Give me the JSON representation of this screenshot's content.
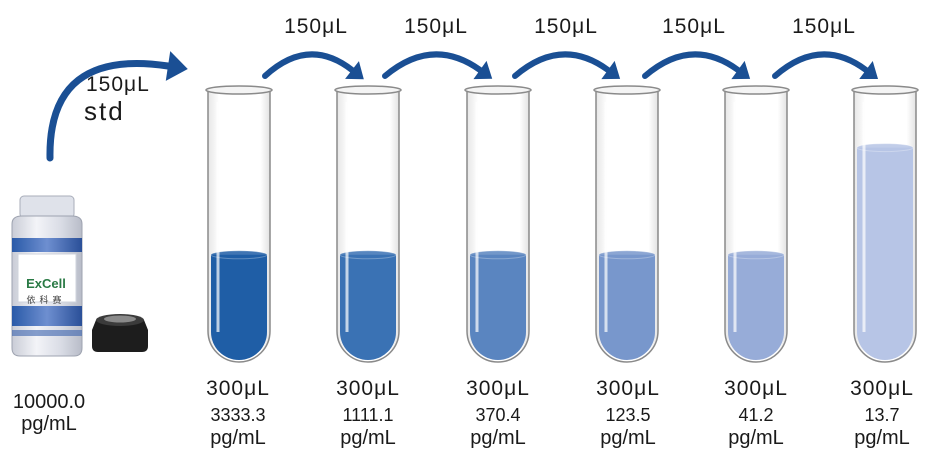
{
  "stock": {
    "brand": "ExCell",
    "brand_cn": "依科赛",
    "concentration": "10000.0",
    "unit": "pg/mL",
    "transfer_volume": "150μL",
    "transfer_label": "std"
  },
  "transfers": [
    "150μL",
    "150μL",
    "150μL",
    "150μL",
    "150μL"
  ],
  "tubes": [
    {
      "volume": "300μL",
      "concentration": "3333.3",
      "unit": "pg/mL",
      "fill_color": "#1f5ea6",
      "fill_level": 0.4
    },
    {
      "volume": "300μL",
      "concentration": "1111.1",
      "unit": "pg/mL",
      "fill_color": "#3a72b4",
      "fill_level": 0.4
    },
    {
      "volume": "300μL",
      "concentration": "370.4",
      "unit": "pg/mL",
      "fill_color": "#5a85c0",
      "fill_level": 0.4
    },
    {
      "volume": "300μL",
      "concentration": "123.5",
      "unit": "pg/mL",
      "fill_color": "#7897cc",
      "fill_level": 0.4
    },
    {
      "volume": "300μL",
      "concentration": "41.2",
      "unit": "pg/mL",
      "fill_color": "#97acd8",
      "fill_level": 0.4
    },
    {
      "volume": "300μL",
      "concentration": "13.7",
      "unit": "pg/mL",
      "fill_color": "#b7c5e6",
      "fill_level": 0.8
    }
  ],
  "colors": {
    "arrow": "#1a4f94",
    "tube_outline": "#8a8a8a"
  }
}
